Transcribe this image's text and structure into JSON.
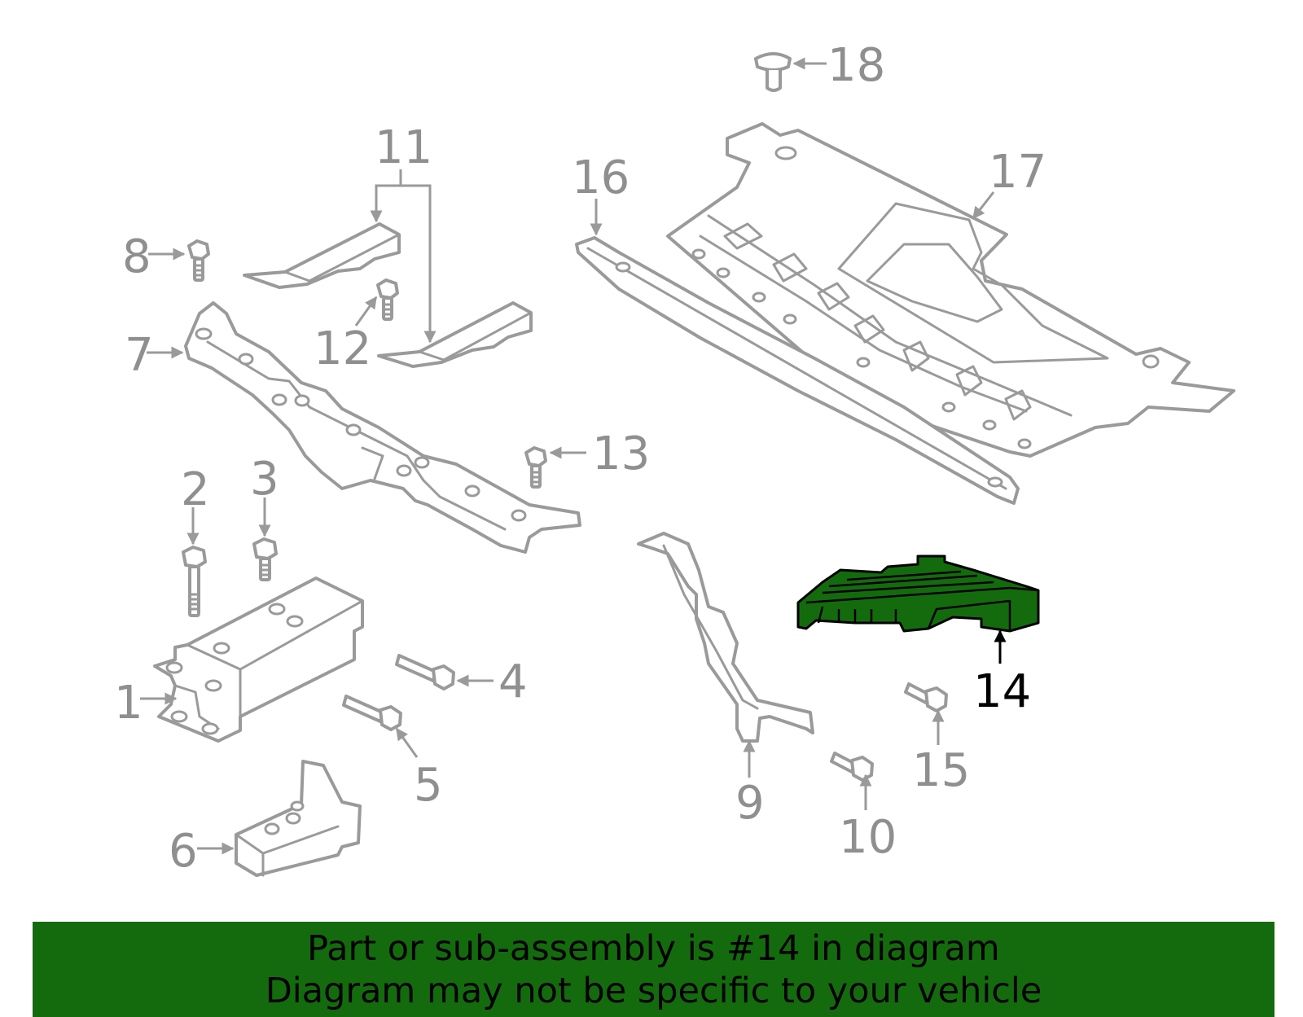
{
  "diagram": {
    "callouts": {
      "c1": "1",
      "c2": "2",
      "c3": "3",
      "c4": "4",
      "c5": "5",
      "c6": "6",
      "c7": "7",
      "c8": "8",
      "c9": "9",
      "c10": "10",
      "c11": "11",
      "c12": "12",
      "c13": "13",
      "c14": "14",
      "c15": "15",
      "c16": "16",
      "c17": "17",
      "c18": "18"
    },
    "highlighted_part": "14",
    "colors": {
      "highlight": "#146b0d",
      "banner": "#146b0d",
      "line": "#9a9a9a",
      "label": "#8f8f8f"
    }
  },
  "banner": {
    "line1": "Part or sub-assembly is #14 in diagram",
    "line2": "Diagram may not be specific to your vehicle"
  }
}
